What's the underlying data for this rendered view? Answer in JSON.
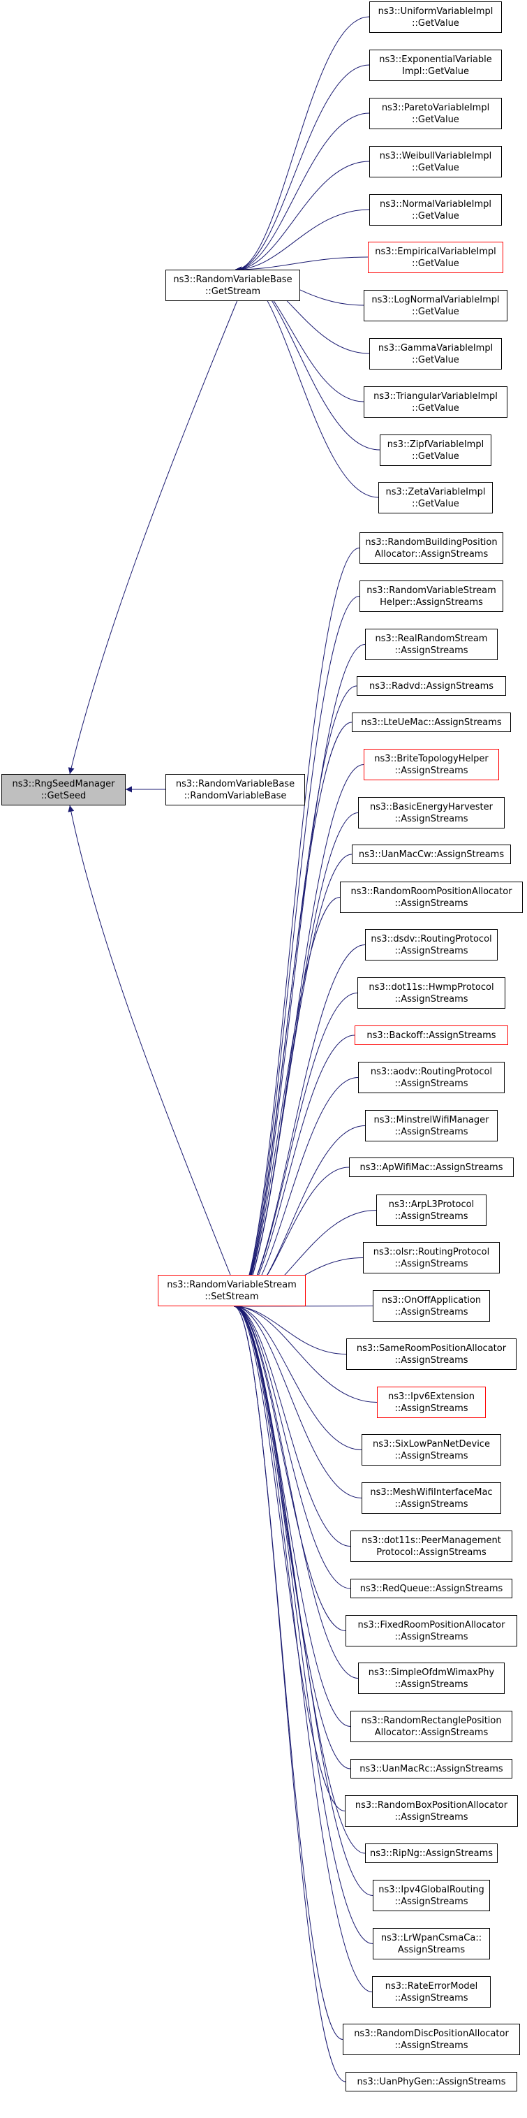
{
  "colors": {
    "edge": "#191970",
    "border": "#000000",
    "highlight_border": "#ff0000",
    "root_fill": "#bfbfbf"
  },
  "root": {
    "line1": "ns3::RngSeedManager",
    "line2": "::GetSeed"
  },
  "mid": [
    {
      "line1": "ns3::RandomVariableBase",
      "line2": "::GetStream"
    },
    {
      "line1": "ns3::RandomVariableBase",
      "line2": "::RandomVariableBase"
    },
    {
      "line1": "ns3::RandomVariableStream",
      "line2": "::SetStream"
    }
  ],
  "getstream_callers": [
    {
      "line1": "ns3::UniformVariableImpl",
      "line2": "::GetValue"
    },
    {
      "line1": "ns3::ExponentialVariable",
      "line2": "Impl::GetValue"
    },
    {
      "line1": "ns3::ParetoVariableImpl",
      "line2": "::GetValue"
    },
    {
      "line1": "ns3::WeibullVariableImpl",
      "line2": "::GetValue"
    },
    {
      "line1": "ns3::NormalVariableImpl",
      "line2": "::GetValue"
    },
    {
      "line1": "ns3::EmpiricalVariableImpl",
      "line2": "::GetValue"
    },
    {
      "line1": "ns3::LogNormalVariableImpl",
      "line2": "::GetValue"
    },
    {
      "line1": "ns3::GammaVariableImpl",
      "line2": "::GetValue"
    },
    {
      "line1": "ns3::TriangularVariableImpl",
      "line2": "::GetValue"
    },
    {
      "line1": "ns3::ZipfVariableImpl",
      "line2": "::GetValue"
    },
    {
      "line1": "ns3::ZetaVariableImpl",
      "line2": "::GetValue"
    }
  ],
  "setstream_callers": [
    {
      "line1": "ns3::RandomBuildingPosition",
      "line2": "Allocator::AssignStreams"
    },
    {
      "line1": "ns3::RandomVariableStream",
      "line2": "Helper::AssignStreams"
    },
    {
      "line1": "ns3::RealRandomStream",
      "line2": "::AssignStreams"
    },
    {
      "line1": "ns3::Radvd::AssignStreams",
      "line2": ""
    },
    {
      "line1": "ns3::LteUeMac::AssignStreams",
      "line2": ""
    },
    {
      "line1": "ns3::BriteTopologyHelper",
      "line2": "::AssignStreams"
    },
    {
      "line1": "ns3::BasicEnergyHarvester",
      "line2": "::AssignStreams"
    },
    {
      "line1": "ns3::UanMacCw::AssignStreams",
      "line2": ""
    },
    {
      "line1": "ns3::RandomRoomPositionAllocator",
      "line2": "::AssignStreams"
    },
    {
      "line1": "ns3::dsdv::RoutingProtocol",
      "line2": "::AssignStreams"
    },
    {
      "line1": "ns3::dot11s::HwmpProtocol",
      "line2": "::AssignStreams"
    },
    {
      "line1": "ns3::Backoff::AssignStreams",
      "line2": ""
    },
    {
      "line1": "ns3::aodv::RoutingProtocol",
      "line2": "::AssignStreams"
    },
    {
      "line1": "ns3::MinstrelWifiManager",
      "line2": "::AssignStreams"
    },
    {
      "line1": "ns3::ApWifiMac::AssignStreams",
      "line2": ""
    },
    {
      "line1": "ns3::ArpL3Protocol",
      "line2": "::AssignStreams"
    },
    {
      "line1": "ns3::olsr::RoutingProtocol",
      "line2": "::AssignStreams"
    },
    {
      "line1": "ns3::OnOffApplication",
      "line2": "::AssignStreams"
    },
    {
      "line1": "ns3::SameRoomPositionAllocator",
      "line2": "::AssignStreams"
    },
    {
      "line1": "ns3::Ipv6Extension",
      "line2": "::AssignStreams"
    },
    {
      "line1": "ns3::SixLowPanNetDevice",
      "line2": "::AssignStreams"
    },
    {
      "line1": "ns3::MeshWifiInterfaceMac",
      "line2": "::AssignStreams"
    },
    {
      "line1": "ns3::dot11s::PeerManagement",
      "line2": "Protocol::AssignStreams"
    },
    {
      "line1": "ns3::RedQueue::AssignStreams",
      "line2": ""
    },
    {
      "line1": "ns3::FixedRoomPositionAllocator",
      "line2": "::AssignStreams"
    },
    {
      "line1": "ns3::SimpleOfdmWimaxPhy",
      "line2": "::AssignStreams"
    },
    {
      "line1": "ns3::RandomRectanglePosition",
      "line2": "Allocator::AssignStreams"
    },
    {
      "line1": "ns3::UanMacRc::AssignStreams",
      "line2": ""
    },
    {
      "line1": "ns3::RandomBoxPositionAllocator",
      "line2": "::AssignStreams"
    },
    {
      "line1": "ns3::RipNg::AssignStreams",
      "line2": ""
    },
    {
      "line1": "ns3::Ipv4GlobalRouting",
      "line2": "::AssignStreams"
    },
    {
      "line1": "ns3::LrWpanCsmaCa::",
      "line2": "AssignStreams"
    },
    {
      "line1": "ns3::RateErrorModel",
      "line2": "::AssignStreams"
    },
    {
      "line1": "ns3::RandomDiscPositionAllocator",
      "line2": "::AssignStreams"
    },
    {
      "line1": "ns3::UanPhyGen::AssignStreams",
      "line2": ""
    }
  ]
}
